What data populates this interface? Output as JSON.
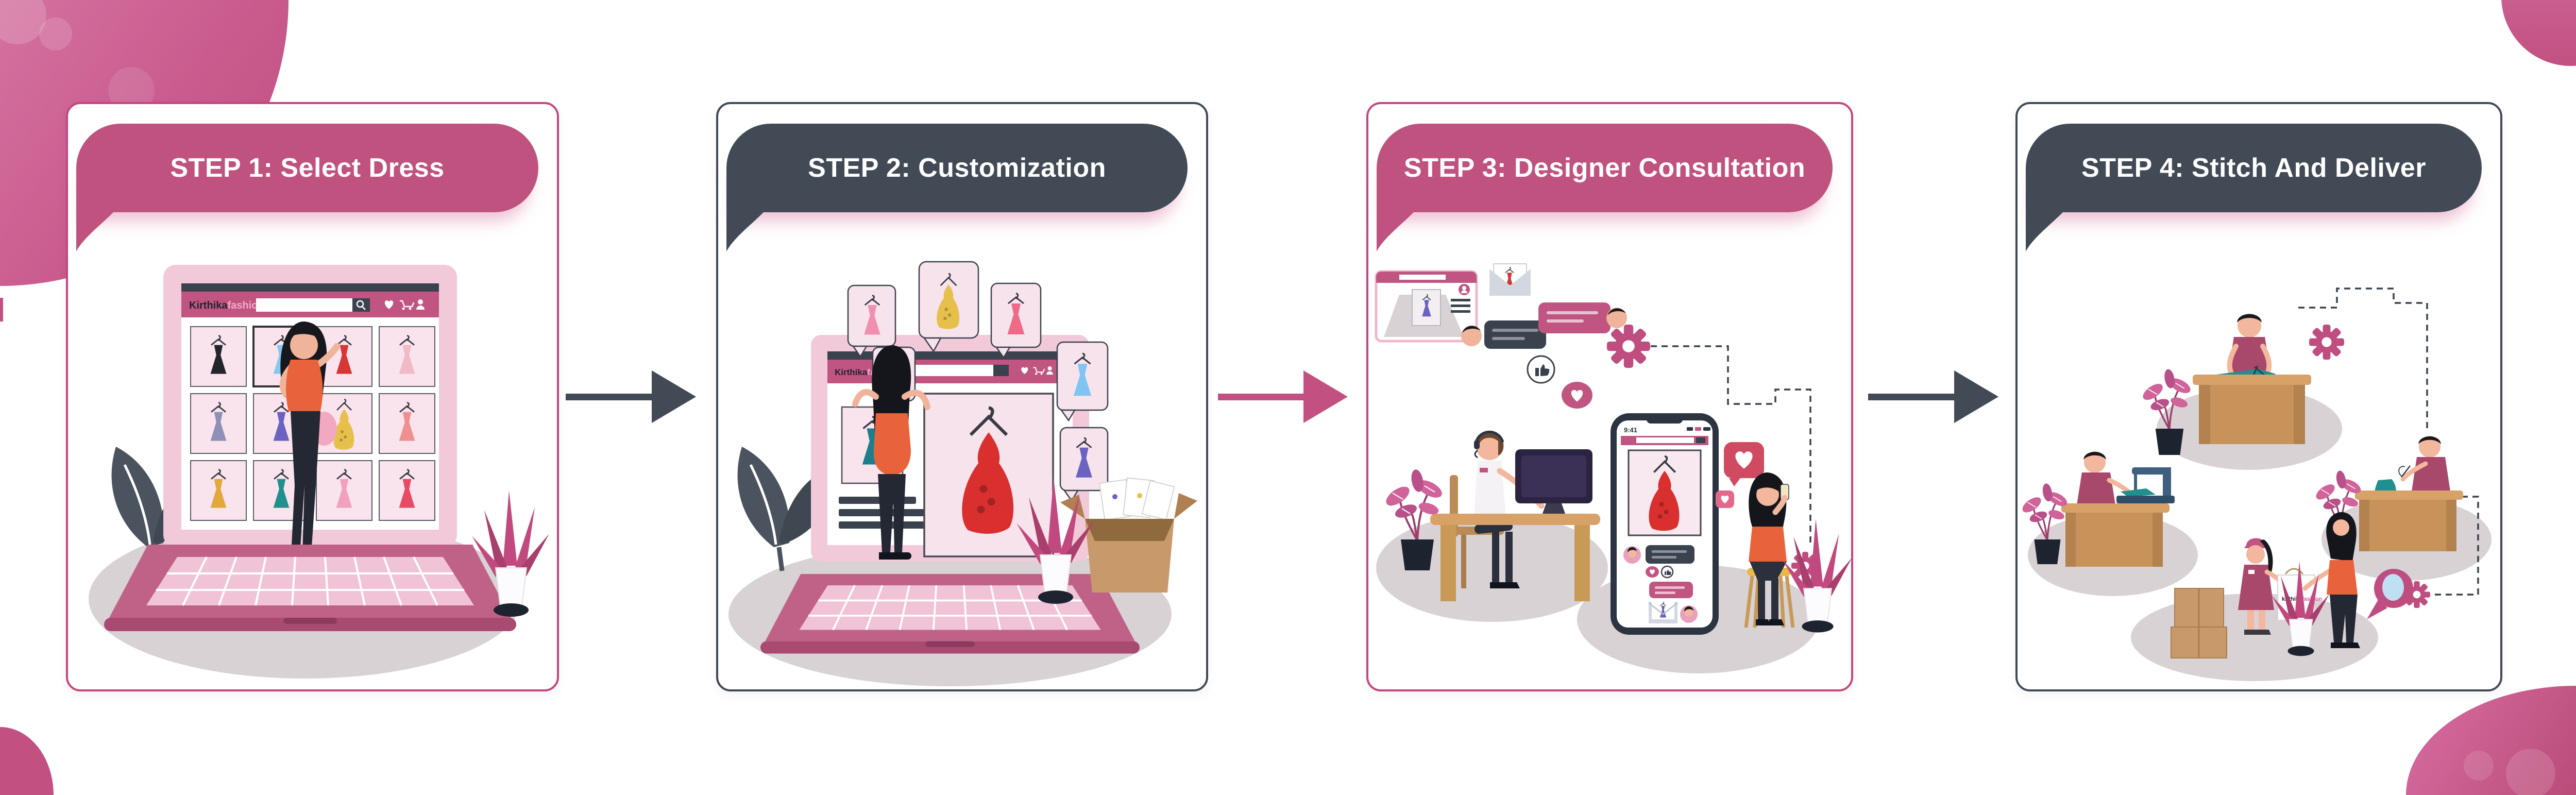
{
  "steps": [
    {
      "label": "STEP 1: Select Dress",
      "accent_color": "#c0527f",
      "border_color": "#c4457f"
    },
    {
      "label": "STEP 2: Customization",
      "accent_color": "#414a55",
      "border_color": "#3f4954"
    },
    {
      "label": "STEP 3: Designer Consultation",
      "accent_color": "#c0527f",
      "border_color": "#c4457f"
    },
    {
      "label": "STEP 4: Stitch And Deliver",
      "accent_color": "#414a55",
      "border_color": "#3f4954"
    }
  ],
  "arrows": [
    {
      "between": "step-1-and-step-2",
      "color": "#414a55"
    },
    {
      "between": "step-2-and-step-3",
      "color": "#c25181"
    },
    {
      "between": "step-3-and-step-4",
      "color": "#414a55"
    }
  ],
  "brand": {
    "primary": "Kirthika",
    "secondary": "fashion"
  },
  "bag_brand": {
    "primary": "kirthika",
    "secondary": "fashion"
  },
  "phone": {
    "time": "9:41"
  },
  "palette": {
    "corner_pink": "#c85a8c",
    "corner_pink_deep": "#b94c77",
    "site_header_pink": "#c05581",
    "ground_ellipse": "#d8d2d5",
    "laptop_frame_pink": "#f2c9d9",
    "keyboard_pink": "#f0c3d6",
    "red_dress": "#da2f2f",
    "shirt_orange": "#e8633c",
    "shirt_maroon": "#a8486b",
    "desk_wood": "#d8a168",
    "leaf_dark": "#4a535e",
    "plant_pink": "#c1497e"
  }
}
